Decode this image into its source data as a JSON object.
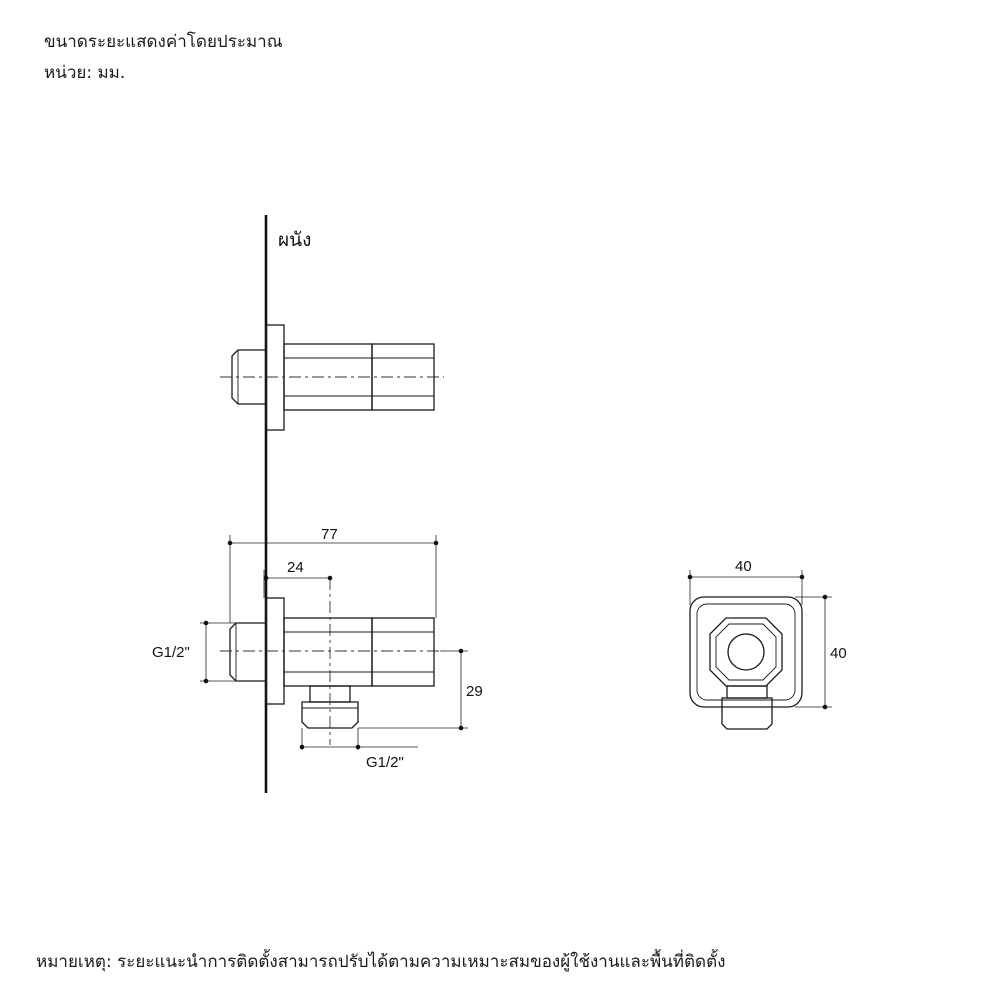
{
  "header": {
    "line1": "ขนาดระยะแสดงค่าโดยประมาณ",
    "line2": "หน่วย: มม."
  },
  "wall_label": "ผนัง",
  "dimensions": {
    "overall_length": "77",
    "offset_length": "24",
    "inlet_thread": "G1/2\"",
    "outlet_drop": "29",
    "outlet_thread": "G1/2\"",
    "front_width": "40",
    "front_height": "40"
  },
  "footer": {
    "note": "หมายเหตุ: ระยะแนะนำการติดตั้งสามารถปรับได้ตามความเหมาะสมของผู้ใช้งานและพื้นที่ติดตั้ง"
  }
}
